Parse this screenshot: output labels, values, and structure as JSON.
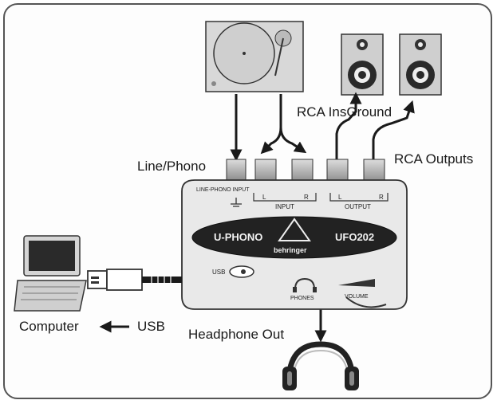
{
  "labels": {
    "rca_in": "RCA InsGround",
    "line_phono": "Line/Phono",
    "rca_outputs": "RCA Outputs",
    "computer": "Computer",
    "usb": "USB",
    "headphone_out": "Headphone Out"
  },
  "device": {
    "model_left": "U-PHONO",
    "model_right": "UFO202",
    "brand": "behringer",
    "switch_label": "LINE-PHONO INPUT",
    "input_label": "INPUT",
    "output_label": "OUTPUT",
    "in_l": "L",
    "in_r": "R",
    "out_l": "L",
    "out_r": "R",
    "usb_label": "USB",
    "phones_label": "PHONES",
    "volume_label": "VOLUME"
  },
  "colors": {
    "line": "#1a1a1a",
    "panel": "#e6e6e6",
    "badge": "#222222"
  }
}
